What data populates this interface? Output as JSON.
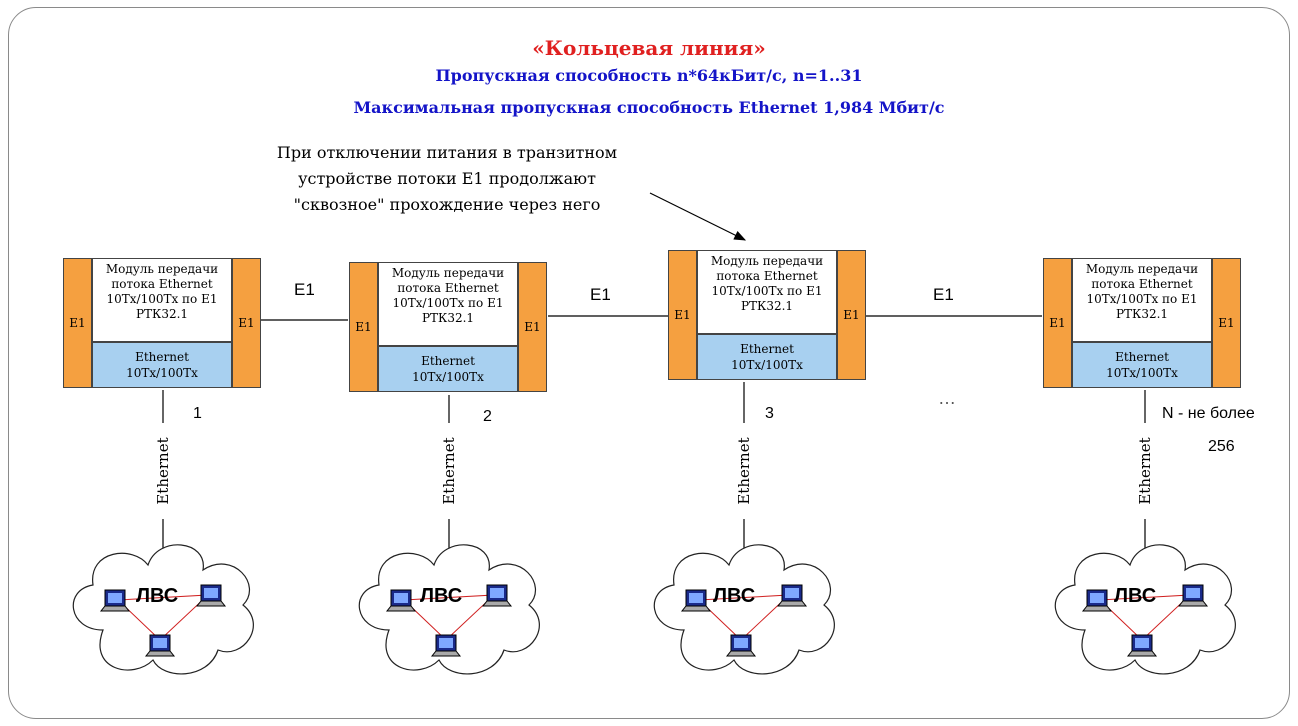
{
  "colors": {
    "title_red": "#e02020",
    "title_blue": "#1414c8",
    "side_orange": "#f5a040",
    "eth_blue": "#a8d0f0",
    "link_red": "#d02020"
  },
  "header": {
    "title": "«Кольцевая линия»",
    "subtitle1": "Пропускная способность n*64кБит/с, n=1..31",
    "subtitle2": "Максимальная пропускная способность Ethernet 1,984 Мбит/с"
  },
  "note": {
    "line1": "При отключении питания в транзитном",
    "line2": "устройстве потоки E1 продолжают",
    "line3": "\"сквозное\" прохождение через него"
  },
  "devices": [
    {
      "module_l1": "Модуль передачи",
      "module_l2": "потока Ethernet",
      "module_l3": "10Tx/100Tx по E1",
      "module_l4": "РТК32.1",
      "eth_l1": "Ethernet",
      "eth_l2": "10Tx/100Tx",
      "side_left": "E1",
      "side_right": "E1",
      "number": "1",
      "link_label": "Ethernet",
      "lan_label": "ЛВС"
    },
    {
      "module_l1": "Модуль передачи",
      "module_l2": "потока Ethernet",
      "module_l3": "10Tx/100Tx по E1",
      "module_l4": "РТК32.1",
      "eth_l1": "Ethernet",
      "eth_l2": "10Tx/100Tx",
      "side_left": "E1",
      "side_right": "E1",
      "number": "2",
      "link_label": "Ethernet",
      "lan_label": "ЛВС"
    },
    {
      "module_l1": "Модуль передачи",
      "module_l2": "потока Ethernet",
      "module_l3": "10Tx/100Tx по E1",
      "module_l4": "РТК32.1",
      "eth_l1": "Ethernet",
      "eth_l2": "10Tx/100Tx",
      "side_left": "E1",
      "side_right": "E1",
      "number": "3",
      "link_label": "Ethernet",
      "lan_label": "ЛВС"
    },
    {
      "module_l1": "Модуль передачи",
      "module_l2": "потока Ethernet",
      "module_l3": "10Tx/100Tx по E1",
      "module_l4": "РТК32.1",
      "eth_l1": "Ethernet",
      "eth_l2": "10Tx/100Tx",
      "side_left": "E1",
      "side_right": "E1",
      "number_l1": "N - не более",
      "number_l2": "256",
      "link_label": "Ethernet",
      "lan_label": "ЛВС"
    }
  ],
  "links": [
    "E1",
    "E1",
    "E1"
  ],
  "ellipsis": "…"
}
